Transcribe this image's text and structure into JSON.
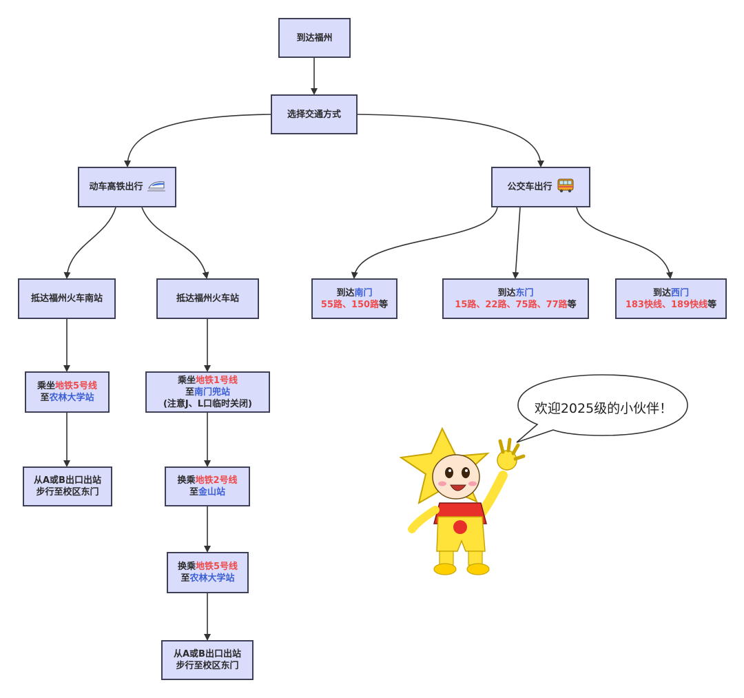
{
  "nodes": {
    "arrive": {
      "label": "到达福州"
    },
    "choose": {
      "label": "选择交通方式"
    },
    "train": {
      "label": "动车高铁出行",
      "icon": "bullet-train-icon"
    },
    "bus": {
      "label": "公交车出行",
      "icon": "bus-icon"
    },
    "south_station": {
      "label": "抵达福州火车南站"
    },
    "fz_station": {
      "label": "抵达福州火车站"
    },
    "south_gate": {
      "prefix": "到达",
      "gate": "南门",
      "routes": "55路、150路",
      "suffix": "等"
    },
    "east_gate": {
      "prefix": "到达",
      "gate": "东门",
      "routes": "15路、22路、75路、77路",
      "suffix": "等"
    },
    "west_gate": {
      "prefix": "到达",
      "gate": "西门",
      "routes": "183快线、189快线",
      "suffix": "等"
    },
    "south_metro": {
      "verb": "乘坐",
      "line": "地铁5号线",
      "to": "至",
      "station": "农林大学站"
    },
    "fz_metro1": {
      "verb": "乘坐",
      "line": "地铁1号线",
      "to": "至",
      "station": "南门兜站",
      "note": "(注意J、L口临时关闭)"
    },
    "south_exit": {
      "line1": "从A或B出口出站",
      "line2": "步行至校区东门"
    },
    "fz_metro2": {
      "verb": "换乘",
      "line": "地铁2号线",
      "to": "至",
      "station": "金山站"
    },
    "fz_metro5": {
      "verb": "换乘",
      "line": "地铁5号线",
      "to": "至",
      "station": "农林大学站"
    },
    "fz_exit": {
      "line1": "从A或B出口出站",
      "line2": "步行至校区东门"
    }
  },
  "speech_bubble": {
    "text": "欢迎2025级的小伙伴！"
  },
  "mascot": {
    "icon": "star-mascot-icon"
  },
  "colors": {
    "node_fill": "#dadcfb",
    "node_border": "#3c3f55",
    "highlight_red": "#ee4a4a",
    "highlight_blue": "#3c5fd6",
    "mascot_yellow": "#ffe23a",
    "mascot_red": "#e8302a"
  }
}
